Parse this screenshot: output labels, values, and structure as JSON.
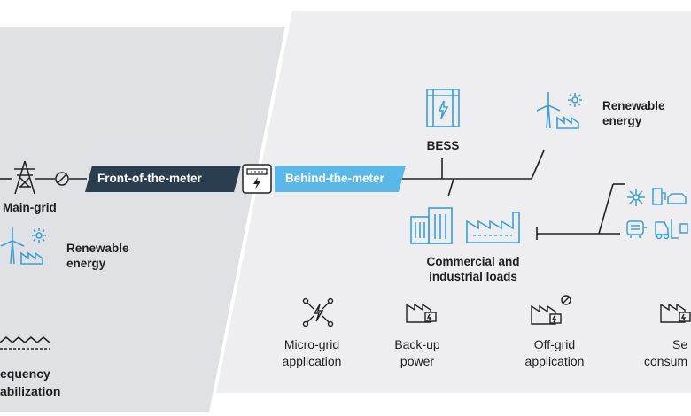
{
  "colors": {
    "left_panel": "#dfe1e4",
    "right_panel": "#eeeef0",
    "icon_blue": "#3d9fd6",
    "dark_tag": "#2b3e4f",
    "light_tag": "#5bb7e8",
    "line": "#222222"
  },
  "front": {
    "tag_label": "Front-of-the-meter",
    "main_grid_label": "Main-grid",
    "renewable_label_line1": "Renewable",
    "renewable_label_line2": "energy",
    "frequency_line1": "equency",
    "frequency_line2": "abilization"
  },
  "behind": {
    "tag_label": "Behind-the-meter",
    "bess_label": "BESS",
    "renewable_label_line1": "Renewable",
    "renewable_label_line2": "energy",
    "loads_line1": "Commercial and",
    "loads_line2": "industrial loads"
  },
  "applications": [
    {
      "line1": "Micro-grid",
      "line2": "application",
      "icon": "micro-grid-icon"
    },
    {
      "line1": "Back-up",
      "line2": "power",
      "icon": "backup-power-icon"
    },
    {
      "line1": "Off-grid",
      "line2": "application",
      "icon": "off-grid-icon"
    },
    {
      "line1": "Se",
      "line2": "consum",
      "icon": "self-consumption-icon"
    }
  ]
}
